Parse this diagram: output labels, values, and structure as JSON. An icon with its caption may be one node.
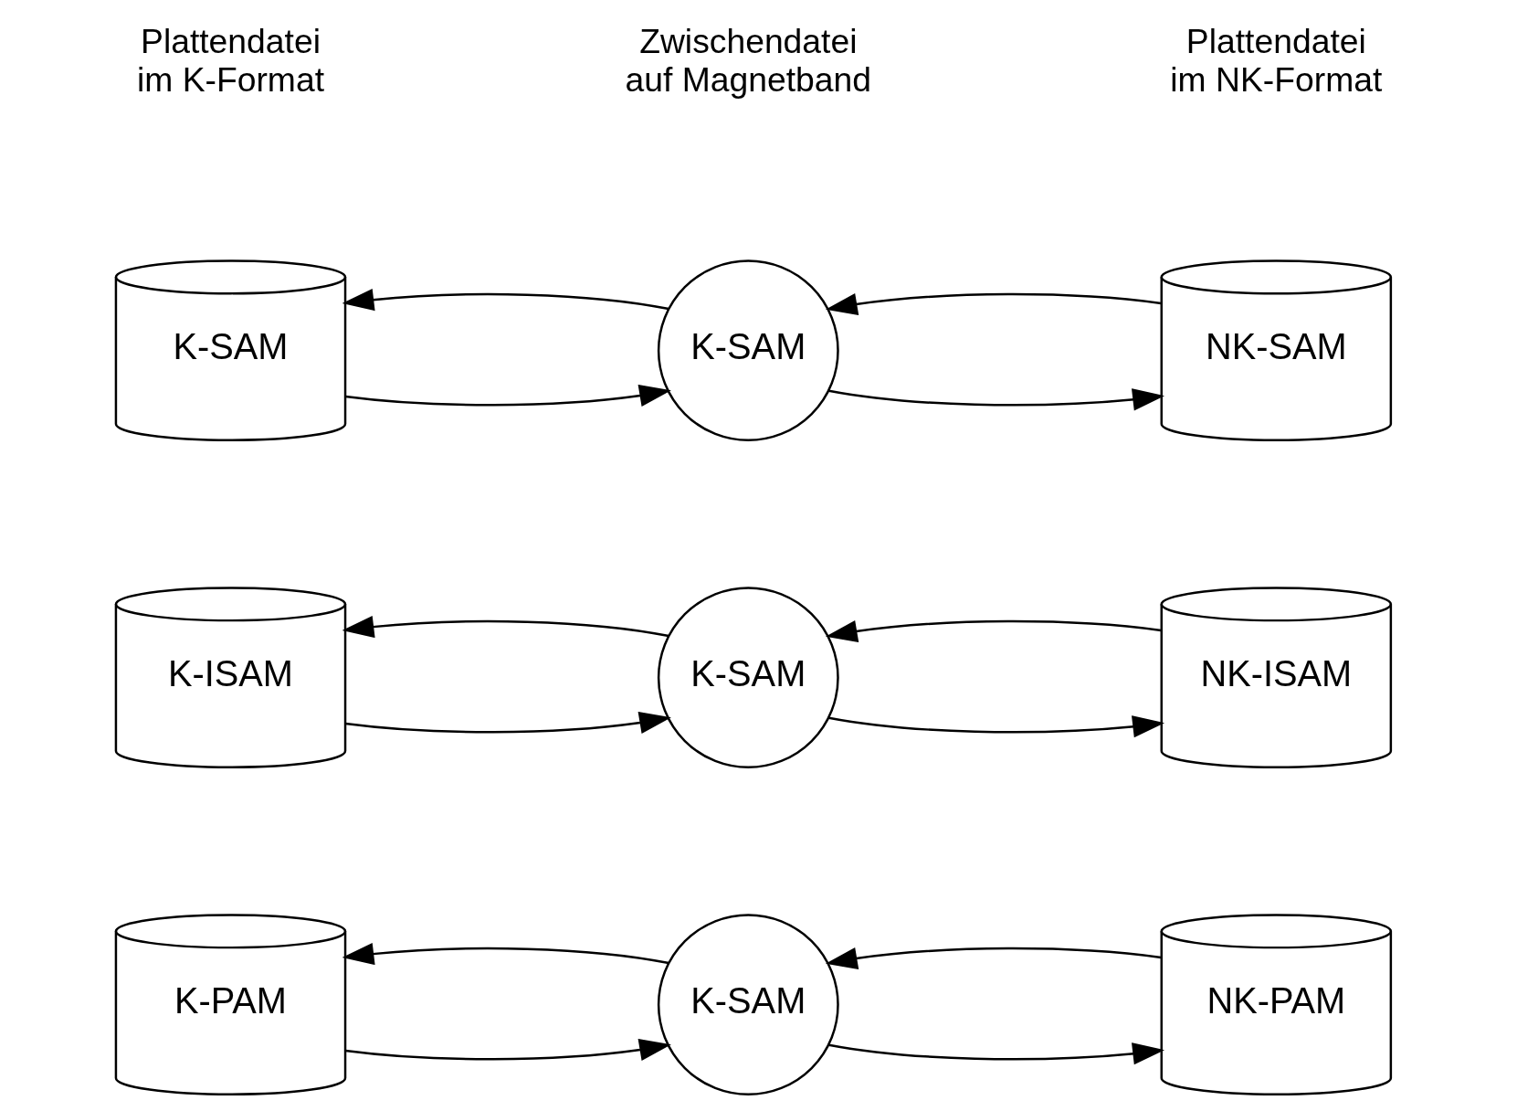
{
  "diagram": {
    "nodes": [
      {
        "text": [
          "K-SAM"
        ]
      },
      {
        "text": [
          "K-SAM"
        ]
      },
      {
        "text": [
          "NK-SAM"
        ]
      },
      {
        "text": [
          "K-ISAM"
        ]
      },
      {
        "text": [
          "K-SAM"
        ]
      },
      {
        "text": [
          "NK-ISAM"
        ]
      },
      {
        "text": [
          "K-PAM"
        ]
      },
      {
        "text": [
          "K-SAM"
        ]
      },
      {
        "text": [
          "NK-PAM"
        ]
      }
    ],
    "edges": [
      {
        "from": 0,
        "to": 1,
        "arrow": "to"
      },
      {
        "from": 1,
        "to": 0,
        "arrow": "to"
      },
      {
        "from": 1,
        "to": 2,
        "arrow": "to"
      },
      {
        "from": 2,
        "to": 1,
        "arrow": "to"
      },
      {
        "from": 3,
        "to": 4,
        "arrow": "to"
      },
      {
        "from": 4,
        "to": 3,
        "arrow": "to"
      },
      {
        "from": 4,
        "to": 5,
        "arrow": "to"
      },
      {
        "from": 5,
        "to": 4,
        "arrow": "to"
      },
      {
        "from": 6,
        "to": 7,
        "arrow": "to"
      },
      {
        "from": 7,
        "to": 6,
        "arrow": "to"
      },
      {
        "from": 7,
        "to": 8,
        "arrow": "to"
      },
      {
        "from": 8,
        "to": 7,
        "arrow": "to"
      }
    ],
    "labels": [
      "Plattendatei im K-Format",
      "Zwischendatei auf Magnetband",
      "Plattendatei im NK-Format"
    ]
  }
}
